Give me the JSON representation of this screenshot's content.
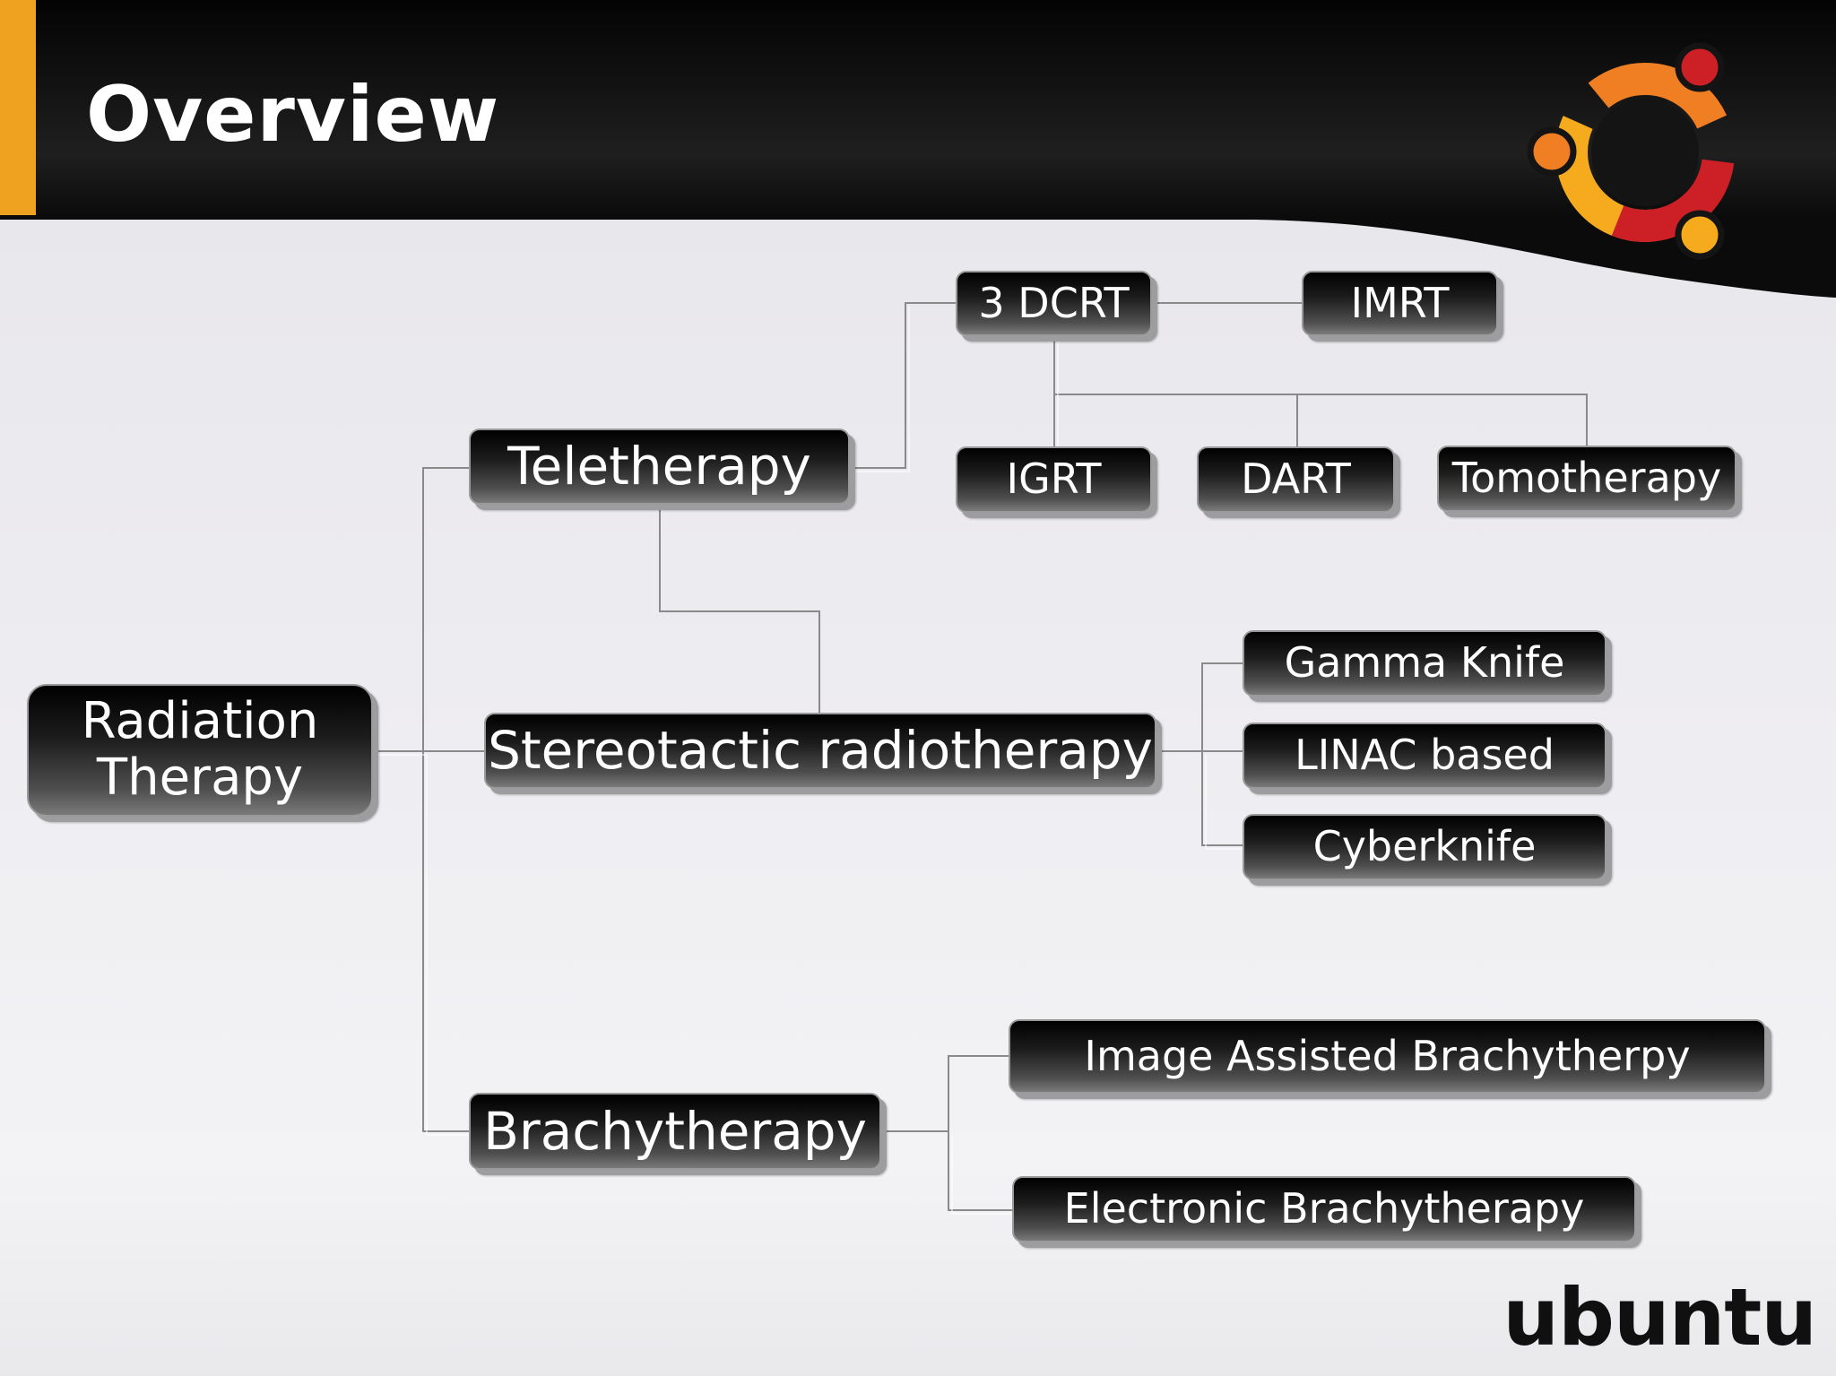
{
  "slide": {
    "title": "Overview",
    "wordmark": "ubuntu",
    "logo_colors": {
      "yellow": "#f6ab1e",
      "orange": "#f07e22",
      "red": "#cc1f26",
      "accent": "#eea21f"
    }
  },
  "diagram": {
    "root": "Radiation Therapy",
    "teletherapy": {
      "label": "Teletherapy",
      "children": [
        "3 DCRT",
        "IMRT",
        "IGRT",
        "DART",
        "Tomotherapy"
      ]
    },
    "stereotactic": {
      "label": "Stereotactic radiotherapy",
      "children": [
        "Gamma Knife",
        "LINAC based",
        "Cyberknife"
      ]
    },
    "brachytherapy": {
      "label": "Brachytherapy",
      "children": [
        "Image Assisted Brachytherpy",
        "Electronic Brachytherapy"
      ]
    }
  }
}
